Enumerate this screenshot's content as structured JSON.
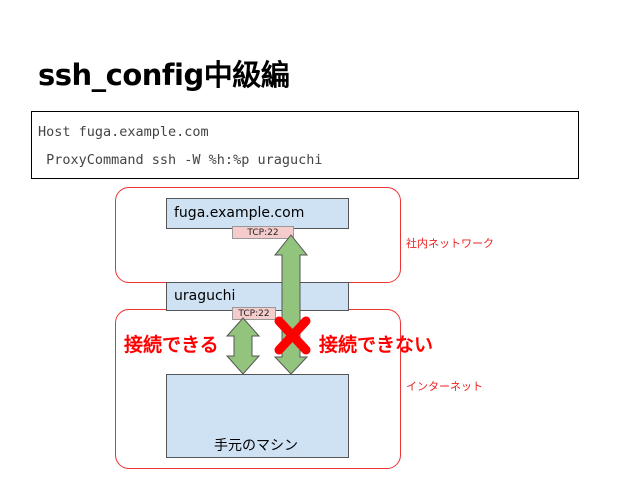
{
  "title": "ssh_config中級編",
  "code": {
    "lines": [
      "Host fuga.example.com",
      " ProxyCommand ssh -W %h:%p uraguchi"
    ]
  },
  "zones": {
    "internal": {
      "label": "社内ネットワーク"
    },
    "internet": {
      "label": "インターネット"
    }
  },
  "hosts": {
    "fuga": {
      "label": "fuga.example.com",
      "port": "TCP:22"
    },
    "uraguchi": {
      "label": "uraguchi",
      "port": "TCP:22"
    },
    "local": {
      "label": "手元のマシン"
    }
  },
  "status": {
    "ok": "接続できる",
    "ng": "接続できない"
  },
  "colors": {
    "zone_border": "#ee3333",
    "host_fill": "#cfe2f3",
    "port_fill": "#f4cccc",
    "arrow_fill": "#93c47d",
    "cross": "#ff0000"
  }
}
